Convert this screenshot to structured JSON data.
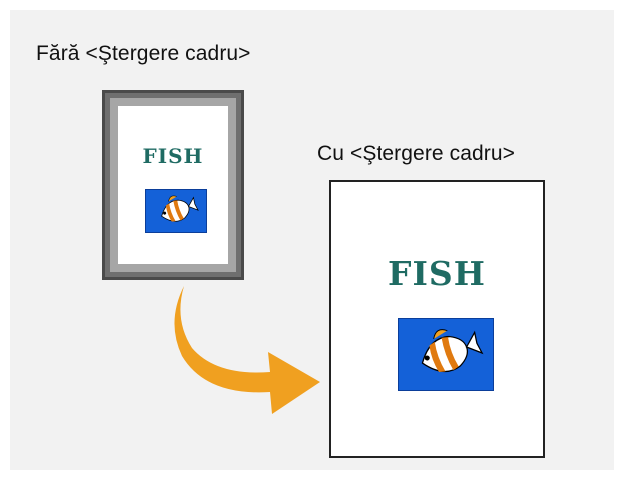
{
  "captions": {
    "without": "Fără <Ştergere cadru>",
    "with": "Cu <Ştergere cadru>"
  },
  "document": {
    "title": "FISH",
    "image_icon": "fish-icon"
  },
  "colors": {
    "background": "#f2f2f2",
    "frame_dark": "#6f6f6f",
    "frame_light": "#a6a6a6",
    "title_teal": "#1f6b63",
    "image_blue": "#1461d8",
    "arrow_orange": "#f0a020"
  },
  "arrow_icon": "curved-arrow-icon"
}
